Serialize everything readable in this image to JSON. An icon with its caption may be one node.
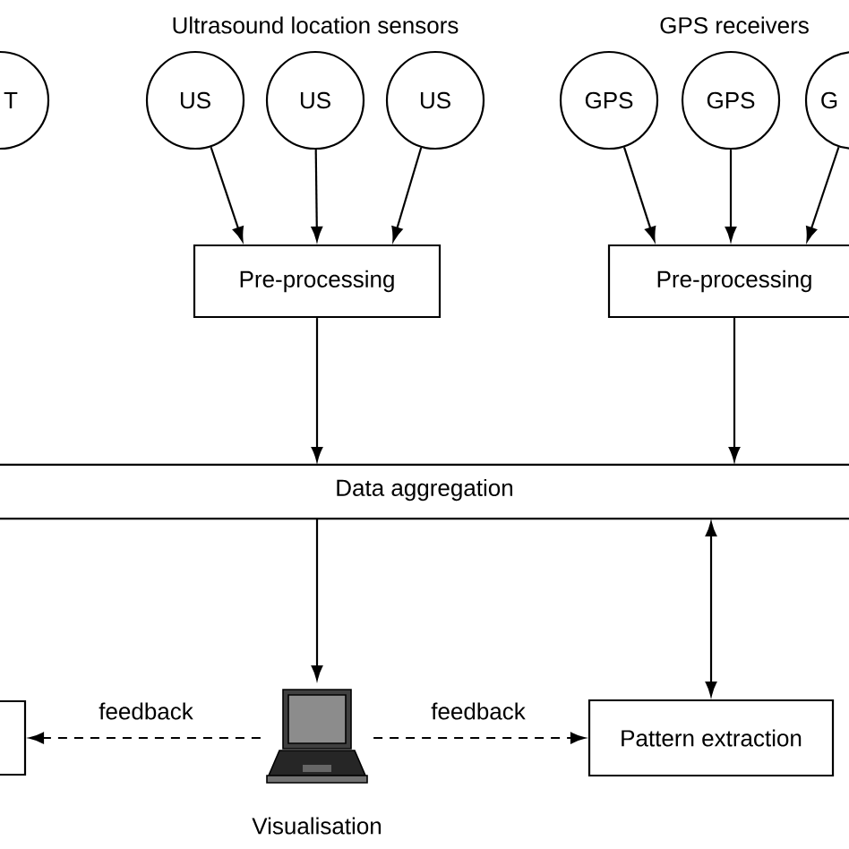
{
  "diagram": {
    "nodes": [
      {
        "text": [
          "T"
        ]
      },
      {
        "text": [
          "US"
        ]
      },
      {
        "text": [
          "US"
        ]
      },
      {
        "text": [
          "US"
        ]
      },
      {
        "text": [
          "GPS"
        ]
      },
      {
        "text": [
          "GPS"
        ]
      },
      {
        "text": [
          "G"
        ]
      },
      {
        "text": [
          "Pre-processing"
        ]
      },
      {
        "text": [
          "Pre-processing"
        ]
      },
      {
        "text": [
          "Data aggregation"
        ]
      },
      {
        "text": [],
        "shape": "box"
      },
      {
        "text": [],
        "shape": "picture",
        "beside": [
          "Visualisation"
        ]
      },
      {
        "text": [
          "Pattern extraction"
        ]
      }
    ],
    "edges": [
      {
        "from": 1,
        "to": 7,
        "arrow": "to"
      },
      {
        "from": 2,
        "to": 7,
        "arrow": "to"
      },
      {
        "from": 3,
        "to": 7,
        "arrow": "to"
      },
      {
        "from": 4,
        "to": 8,
        "arrow": "to"
      },
      {
        "from": 5,
        "to": 8,
        "arrow": "to"
      },
      {
        "from": 6,
        "to": 8,
        "arrow": "to"
      },
      {
        "from": 7,
        "to": 9,
        "arrow": "to"
      },
      {
        "from": 8,
        "to": 9,
        "arrow": "to"
      },
      {
        "from": 9,
        "to": 11,
        "arrow": "to"
      },
      {
        "from": 9,
        "to": 12,
        "arrow": "both"
      },
      {
        "from": 11,
        "to": 10,
        "arrow": "to",
        "style": "dashed",
        "label": "feedback"
      },
      {
        "from": 11,
        "to": 12,
        "arrow": "to",
        "style": "dashed",
        "label": "feedback"
      }
    ],
    "labels": [
      "Ultrasound location sensors",
      "GPS receivers"
    ]
  }
}
